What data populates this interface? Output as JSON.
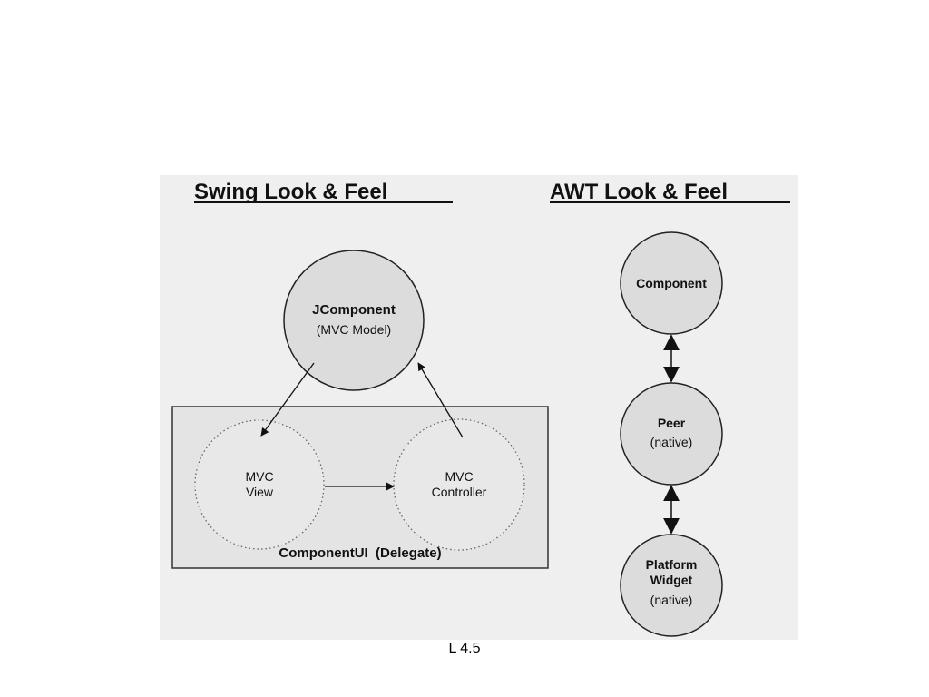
{
  "diagram": {
    "left_title": "Swing Look & Feel",
    "right_title": "AWT Look & Feel",
    "swing": {
      "jcomponent": {
        "title": "JComponent",
        "subtitle": "(MVC Model)"
      },
      "delegate_label": "ComponentUI  (Delegate)",
      "view": {
        "line1": "MVC",
        "line2": "View"
      },
      "controller": {
        "line1": "MVC",
        "line2": "Controller"
      }
    },
    "awt": {
      "component": {
        "title": "Component"
      },
      "peer": {
        "title": "Peer",
        "subtitle": "(native)"
      },
      "widget": {
        "line1": "Platform",
        "line2": "Widget",
        "subtitle": "(native)"
      }
    }
  },
  "colors": {
    "background": "#efefef",
    "node_fill": "#dcdcdc",
    "box_fill": "#e4e4e4",
    "line": "#111111"
  },
  "footer": {
    "slide_number": "L 4.5"
  }
}
